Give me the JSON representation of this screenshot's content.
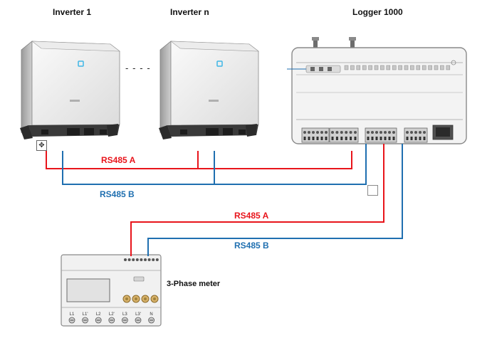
{
  "devices": {
    "inverter_1": {
      "label": "Inverter 1"
    },
    "inverter_n": {
      "label": "Inverter n"
    },
    "logger": {
      "label": "Logger 1000"
    },
    "meter": {
      "label": "3-Phase meter",
      "terminals": [
        "L1",
        "L1'",
        "L2",
        "L2'",
        "L3",
        "L3'",
        "N"
      ]
    }
  },
  "inverter_gap": "- - - -",
  "connections": [
    {
      "id": "top-rs485-a",
      "label": "RS485 A",
      "color": "#e8141b"
    },
    {
      "id": "top-rs485-b",
      "label": "RS485 B",
      "color": "#1f6fb0"
    },
    {
      "id": "meter-rs485-a",
      "label": "RS485 A",
      "color": "#e8141b"
    },
    {
      "id": "meter-rs485-b",
      "label": "RS485 B",
      "color": "#1f6fb0"
    }
  ],
  "colors": {
    "rs485_a": "#e8141b",
    "rs485_b": "#1f6fb0",
    "device_body": "#f2f2f2",
    "device_outline": "#8a8a8a"
  },
  "icons": {
    "move_handle": "move-cross-icon",
    "resize_handle": "square-handle-icon"
  }
}
